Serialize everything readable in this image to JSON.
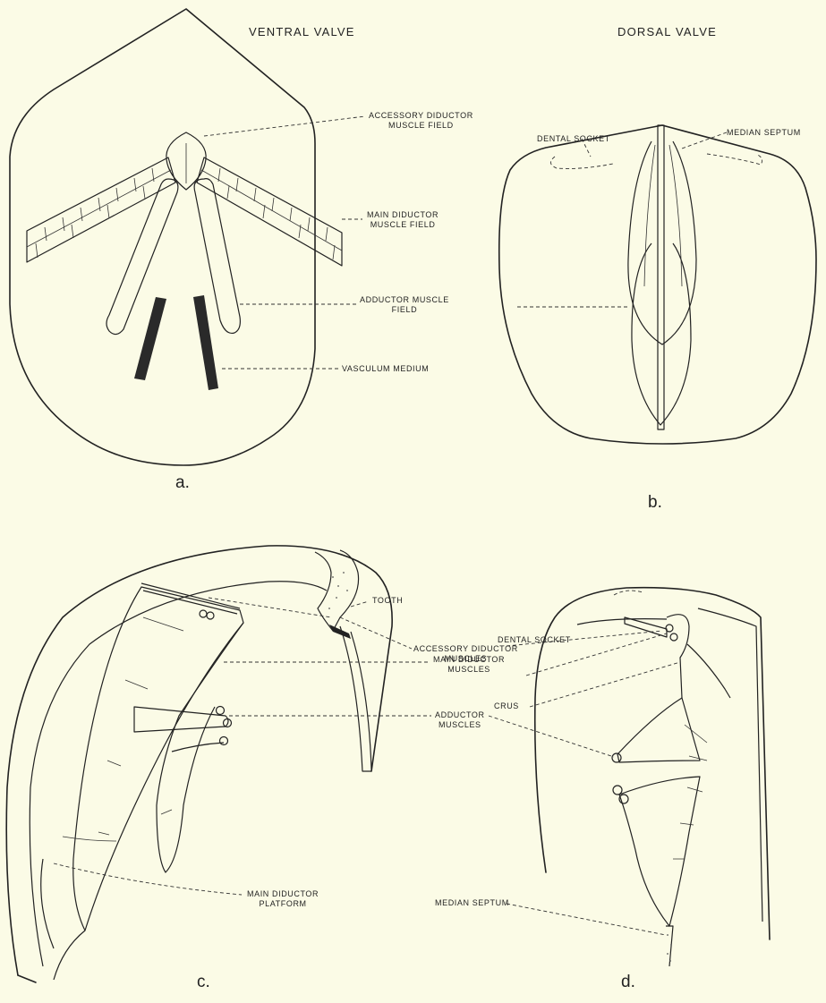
{
  "panels": {
    "a": {
      "letter": "a.",
      "title": "VENTRAL VALVE",
      "labels": {
        "accessory_l1": "ACCESSORY DIDUCTOR",
        "accessory_l2": "MUSCLE FIELD",
        "main_l1": "MAIN DIDUCTOR",
        "main_l2": "MUSCLE FIELD",
        "adductor_l1": "ADDUCTOR MUSCLE",
        "adductor_l2": "FIELD",
        "vasculum": "VASCULUM MEDIUM"
      }
    },
    "b": {
      "letter": "b.",
      "title": "DORSAL VALVE",
      "labels": {
        "dental_socket": "DENTAL SOCKET",
        "median_septum": "MEDIAN SEPTUM"
      }
    },
    "c": {
      "letter": "c.",
      "labels": {
        "tooth": "TOOTH",
        "platform_l1": "MAIN DIDUCTOR",
        "platform_l2": "PLATFORM"
      }
    },
    "d": {
      "letter": "d.",
      "labels": {
        "dental_socket": "DENTAL SOCKET",
        "crus": "CRUS",
        "median_septum": "MEDIAN SEPTUM"
      }
    },
    "center_labels": {
      "accessory_l1": "ACCESSORY DIDUCTOR",
      "accessory_l2": "MUSCLES",
      "main_l1": "MAIN DIDUCTOR",
      "main_l2": "MUSCLES",
      "adductor_l1": "ADDUCTOR",
      "adductor_l2": "MUSCLES"
    }
  }
}
